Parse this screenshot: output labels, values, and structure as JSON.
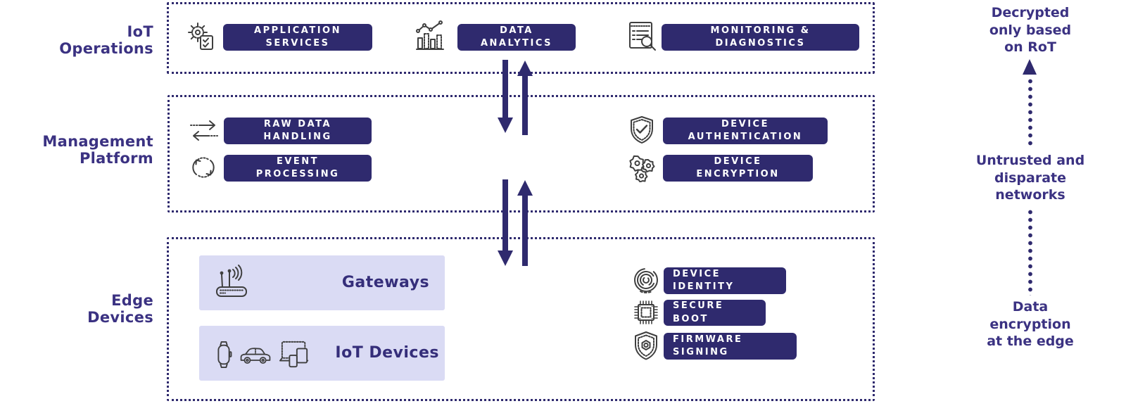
{
  "colors": {
    "navy": "#2f2a6e",
    "purple": "#3b3282",
    "lavender": "#dadbf4",
    "background": "#ffffff",
    "button_text": "#ffffff"
  },
  "layers": [
    {
      "label": "IoT\nOperations",
      "items": [
        {
          "icon": "gear-checklist-icon",
          "label": "APPLICATION\nSERVICES"
        },
        {
          "icon": "bar-chart-trend-icon",
          "label": "DATA\nANALYTICS"
        },
        {
          "icon": "report-magnifier-icon",
          "label": "MONITORING &\nDIAGNOSTICS"
        }
      ]
    },
    {
      "label": "Management\nPlatform",
      "items_left": [
        {
          "icon": "exchange-arrows-icon",
          "label": "RAW DATA\nHANDLING"
        },
        {
          "icon": "cycle-arrows-icon",
          "label": "EVENT\nPROCESSING"
        }
      ],
      "items_right": [
        {
          "icon": "shield-check-icon",
          "label": "DEVICE\nAUTHENTICATION"
        },
        {
          "icon": "gears-icon",
          "label": "DEVICE\nENCRYPTION"
        }
      ]
    },
    {
      "label": "Edge\nDevices",
      "panels": [
        {
          "icons": [
            "router-icon"
          ],
          "label": "Gateways"
        },
        {
          "icons": [
            "smartwatch-icon",
            "car-icon",
            "devices-icon"
          ],
          "label": "IoT Devices"
        }
      ],
      "items_right": [
        {
          "icon": "fingerprint-icon",
          "label": "DEVICE\nIDENTITY"
        },
        {
          "icon": "chip-icon",
          "label": "SECURE\nBOOT"
        },
        {
          "icon": "shield-gear-icon",
          "label": "FIRMWARE\nSIGNING"
        }
      ]
    }
  ],
  "annotations": {
    "decrypted": "Decrypted\nonly based\non RoT",
    "untrusted": "Untrusted and\ndisparate\nnetworks",
    "encryption": "Data\nencryption\nat the edge"
  }
}
